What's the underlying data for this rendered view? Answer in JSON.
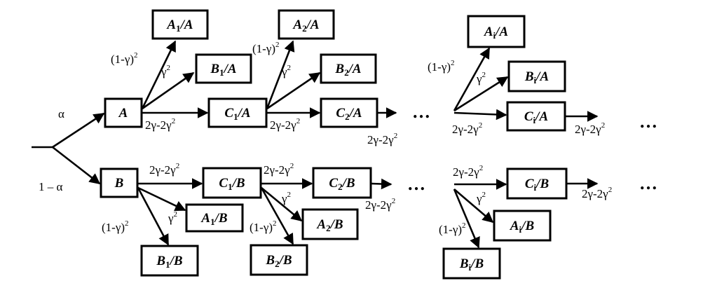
{
  "diagram": {
    "nodes": {
      "A": {
        "main": "A",
        "sub": "",
        "tail": ""
      },
      "B": {
        "main": "B",
        "sub": "",
        "tail": ""
      },
      "A1A": {
        "main": "A",
        "sub": "1",
        "tail": "/A"
      },
      "B1A": {
        "main": "B",
        "sub": "1",
        "tail": "/A"
      },
      "C1A": {
        "main": "C",
        "sub": "1",
        "tail": "/A"
      },
      "A2A": {
        "main": "A",
        "sub": "2",
        "tail": "/A"
      },
      "B2A": {
        "main": "B",
        "sub": "2",
        "tail": "/A"
      },
      "C2A": {
        "main": "C",
        "sub": "2",
        "tail": "/A"
      },
      "AiA": {
        "main": "A",
        "sub": "i",
        "tail": "/A"
      },
      "BiA": {
        "main": "B",
        "sub": "i",
        "tail": "/A"
      },
      "CiA": {
        "main": "C",
        "sub": "i",
        "tail": "/A"
      },
      "C1B": {
        "main": "C",
        "sub": "1",
        "tail": "/B"
      },
      "A1B": {
        "main": "A",
        "sub": "1",
        "tail": "/B"
      },
      "B1B": {
        "main": "B",
        "sub": "1",
        "tail": "/B"
      },
      "C2B": {
        "main": "C",
        "sub": "2",
        "tail": "/B"
      },
      "A2B": {
        "main": "A",
        "sub": "2",
        "tail": "/B"
      },
      "B2B": {
        "main": "B",
        "sub": "2",
        "tail": "/B"
      },
      "CiB": {
        "main": "C",
        "sub": "i",
        "tail": "/B"
      },
      "AiB": {
        "main": "A",
        "sub": "i",
        "tail": "/B"
      },
      "BiB": {
        "main": "B",
        "sub": "i",
        "tail": "/B"
      }
    },
    "labels": {
      "alpha": {
        "base": "α",
        "sup": ""
      },
      "one_minus_alpha": {
        "base": "1 – α",
        "sup": ""
      },
      "one_minus_gamma_sq": {
        "base": "(1-γ)",
        "sup": "2"
      },
      "gamma_sq": {
        "base": "γ",
        "sup": "2"
      },
      "two_gamma": {
        "base": "2γ-2γ",
        "sup": "2"
      }
    },
    "ellipsis": "…"
  }
}
